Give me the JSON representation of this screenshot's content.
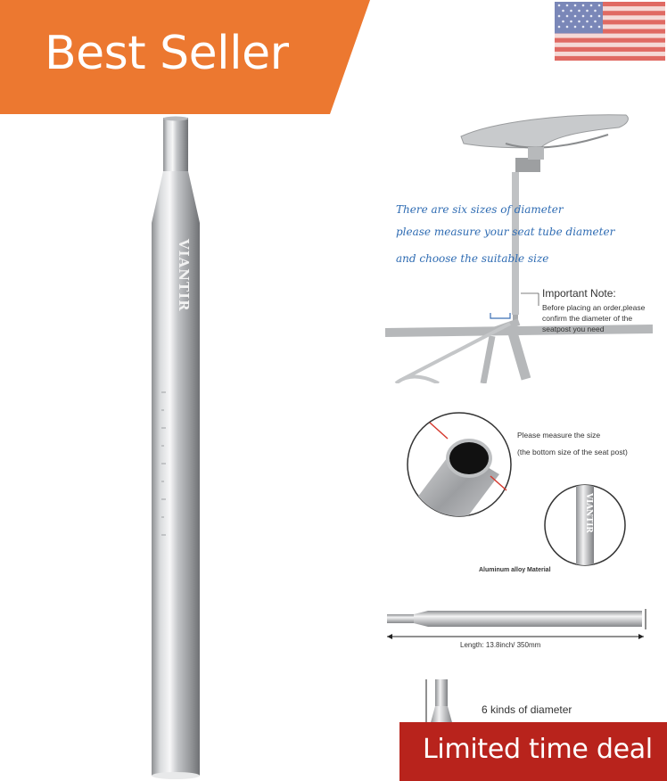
{
  "badges": {
    "best_seller": "Best Seller",
    "limited_deal": "Limited time deal"
  },
  "brand_mark": "VIANTIR",
  "panel_bike": {
    "line1": "There are six sizes of diameter",
    "line2": "please measure your seat tube diameter",
    "line3": "and choose the suitable size",
    "note_title": "Important Note:",
    "note_line1": "Before placing an order,please",
    "note_line2": "confirm the diameter of the",
    "note_line3": "seatpost you need"
  },
  "panel_measure": {
    "caption1": "Please measure the size",
    "caption2": "(the bottom size of the seat post)",
    "material": "Aluminum alloy Material"
  },
  "panel_length": {
    "length_label": "Length: 13.8inch/ 350mm"
  },
  "panel_diameter": {
    "label": "6 kinds of diameter"
  },
  "colors": {
    "best_seller_bg": "#ec7830",
    "deal_bg": "#b8231c",
    "annotation_blue": "#2f6cb3"
  },
  "icons": [
    "us-flag-icon"
  ]
}
